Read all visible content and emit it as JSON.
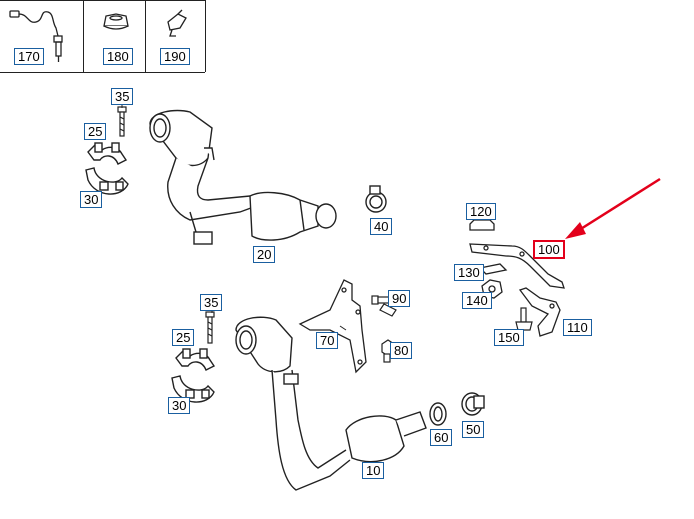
{
  "callouts": {
    "p170": "170",
    "p180": "180",
    "p190": "190",
    "p35a": "35",
    "p25a": "25",
    "p30a": "30",
    "p20": "20",
    "p40": "40",
    "p120": "120",
    "p100": "100",
    "p130": "130",
    "p140": "140",
    "p150": "150",
    "p110": "110",
    "p35b": "35",
    "p25b": "25",
    "p30b": "30",
    "p70": "70",
    "p90": "90",
    "p80": "80",
    "p60": "60",
    "p50": "50",
    "p10": "10"
  },
  "highlight": {
    "part": "100",
    "color": "#e3001b"
  },
  "colors": {
    "label_border": "#1a5fa0",
    "line": "#222222"
  }
}
